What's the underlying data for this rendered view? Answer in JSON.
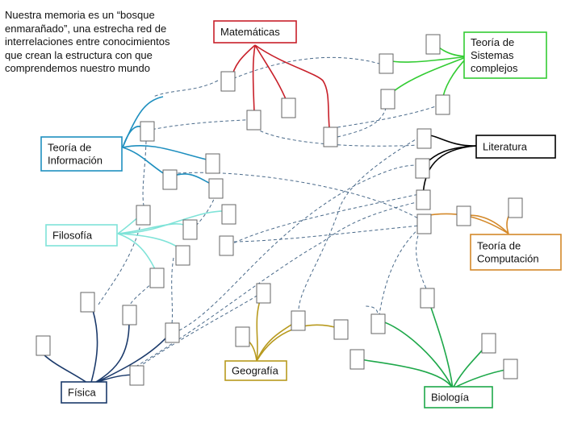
{
  "intro": {
    "lines": [
      "Nuestra memoria es un “bosque",
      "enmarañado”, una estrecha red de",
      "interrelaciones entre conocimientos",
      "que crean la estructura con que",
      "comprendemos nuestro mundo"
    ]
  },
  "colors": {
    "matematicas": "#c8202a",
    "sistemas": "#33cc33",
    "informacion": "#1e8fbf",
    "literatura": "#000000",
    "filosofia": "#7fe3d8",
    "computacion": "#d4892a",
    "fisica": "#1b3a6b",
    "geografia": "#b89a1e",
    "biologia": "#1ea84a",
    "link": "#4a6a8a"
  },
  "disciplines": [
    {
      "id": "matematicas",
      "label": [
        "Matemáticas"
      ]
    },
    {
      "id": "sistemas",
      "label": [
        "Teoría de",
        "Sistemas",
        "complejos"
      ]
    },
    {
      "id": "informacion",
      "label": [
        "Teoría de",
        "Información"
      ]
    },
    {
      "id": "literatura",
      "label": [
        "Literatura"
      ]
    },
    {
      "id": "filosofia",
      "label": [
        "Filosofía"
      ]
    },
    {
      "id": "computacion",
      "label": [
        "Teoría de",
        "Computación"
      ]
    },
    {
      "id": "fisica",
      "label": [
        "Física"
      ]
    },
    {
      "id": "geografia",
      "label": [
        "Geografía"
      ]
    },
    {
      "id": "biologia",
      "label": [
        "Biología"
      ]
    }
  ]
}
